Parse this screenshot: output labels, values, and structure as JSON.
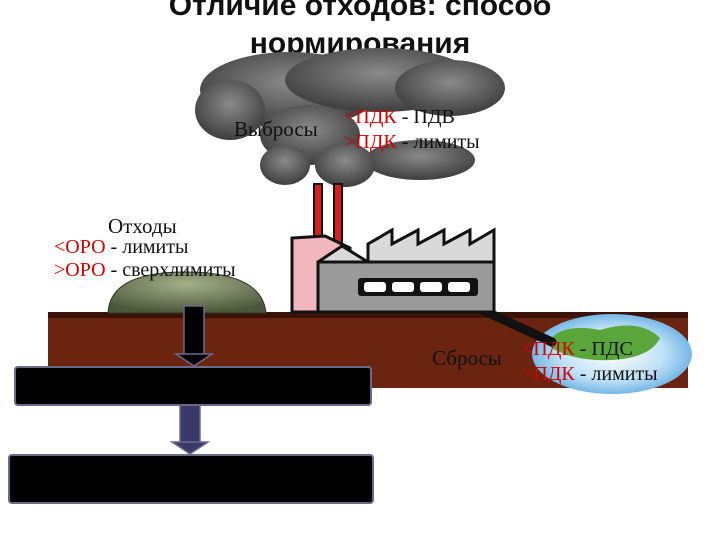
{
  "title": {
    "line1": "Отличие отходов: способ",
    "line2": "нормирования"
  },
  "emissions": {
    "label": "Выбросы",
    "rows": [
      {
        "cond": "<ПДК",
        "sep": " - ",
        "value": "ПДВ"
      },
      {
        "cond": ">ПДК",
        "sep": " - ",
        "value": "лимиты"
      }
    ]
  },
  "waste": {
    "label": "Отходы",
    "rows": [
      {
        "cond": "<ОРО",
        "sep": " - ",
        "value": "лимиты"
      },
      {
        "cond": ">ОРО",
        "sep": " - ",
        "value": "сверхлимиты"
      }
    ]
  },
  "discharges": {
    "label": "Сбросы",
    "rows": [
      {
        "cond": "<ПДК",
        "sep": " - ",
        "value": "ПДС"
      },
      {
        "cond": ">ПДК",
        "sep": " - ",
        "value": "лимиты"
      }
    ]
  },
  "colors": {
    "accent_red": "#d40000",
    "ground": "#6b2410",
    "smoke": "#555555",
    "water": "#6fb6e6",
    "waste_mound": "#6d7a55"
  }
}
